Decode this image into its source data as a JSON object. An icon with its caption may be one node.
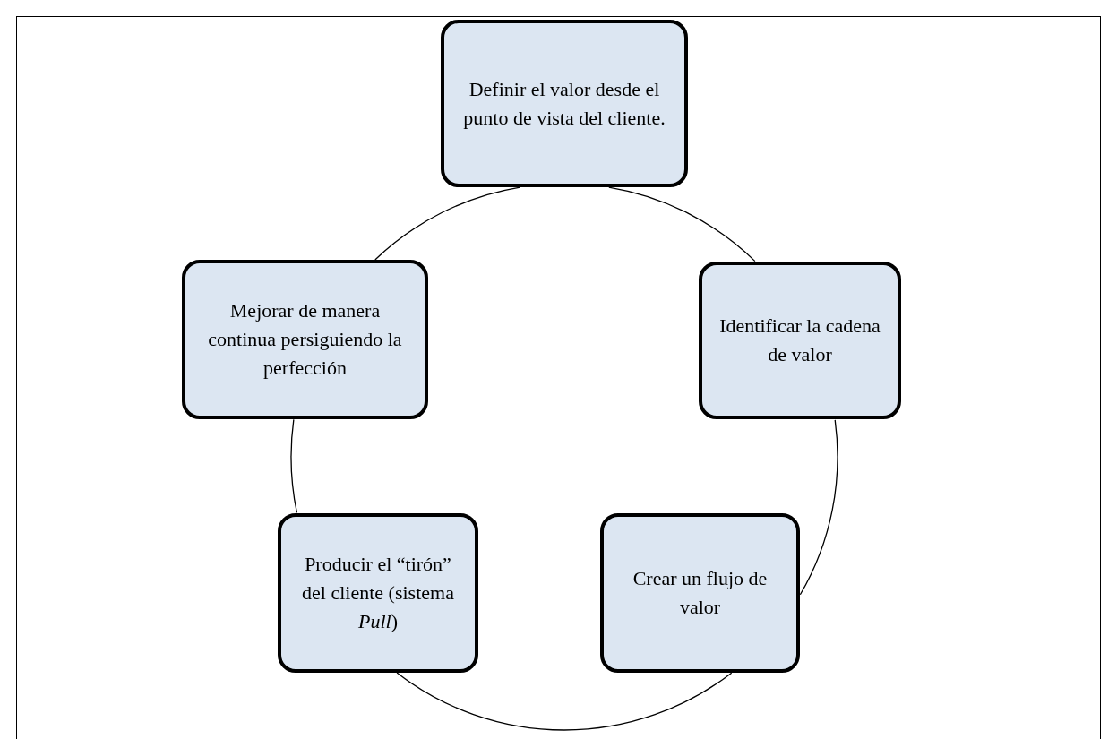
{
  "diagram": {
    "nodes": [
      {
        "text": [
          "Definir el valor desde el punto de vista del cliente."
        ]
      },
      {
        "text": [
          "Identificar la cadena de valor"
        ]
      },
      {
        "text": [
          "Crear un flujo de valor"
        ]
      },
      {
        "text": [
          "Producir el “tirón” del cliente (sistema *Pull*)"
        ]
      },
      {
        "text": [
          "Mejorar de manera continua persiguiendo la perfección"
        ]
      }
    ],
    "edges": [
      {
        "from": 0,
        "to": 1,
        "arrow": "none"
      },
      {
        "from": 1,
        "to": 2,
        "arrow": "none"
      },
      {
        "from": 2,
        "to": 3,
        "arrow": "none"
      },
      {
        "from": 3,
        "to": 4,
        "arrow": "none"
      },
      {
        "from": 4,
        "to": 0,
        "arrow": "none"
      }
    ]
  }
}
